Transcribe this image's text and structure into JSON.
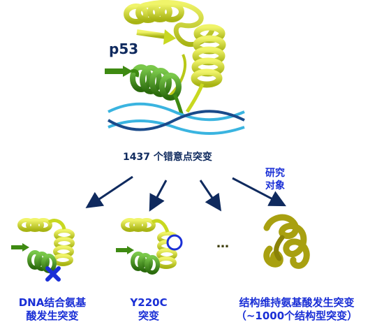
{
  "protein_label": "p53",
  "mutation_count_label": "1437 个错意点突变",
  "study_object_label": [
    "研究",
    "对象"
  ],
  "ellipsis": "…",
  "categories": [
    {
      "line1": "DNA结合氨基",
      "line2": "酸发生突变"
    },
    {
      "line1": "Y220C",
      "line2": "突变"
    },
    {
      "line1": "结构维持氨基酸发生突变",
      "line2": "（~1000个结构型突变）"
    }
  ],
  "colors": {
    "helix_yellow": "#c8d820",
    "helix_green": "#3e8a12",
    "dna_light": "#3ab4e0",
    "dna_dark": "#1a4a8a",
    "arrow": "#0f2a5e",
    "label_blue": "#1a2fd6",
    "mutation_mark": "#1a2fd6"
  },
  "icons": [
    "protein-structure",
    "dna-helix",
    "cross-mark-icon",
    "circle-mark-icon",
    "misfolded-protein"
  ]
}
